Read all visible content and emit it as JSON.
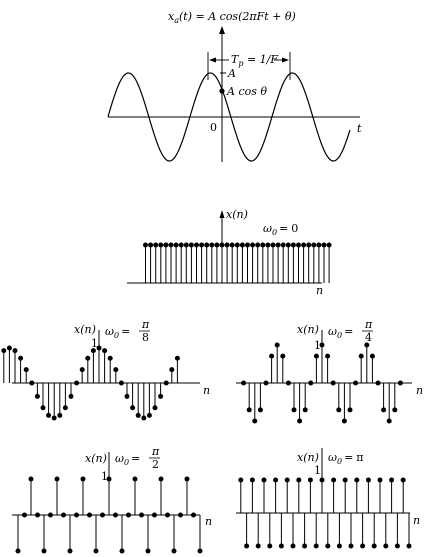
{
  "continuous": {
    "formula_lhs": "x",
    "formula_sub": "a",
    "formula_rest": "(t) = A cos(2πFt + θ)",
    "period_T": "T",
    "period_sub": "p",
    "period_rest": " = 1/F",
    "amp_label": "A",
    "acos_label": "A cos θ",
    "origin": "0",
    "t_axis": "t"
  },
  "panels": [
    {
      "id": "w0-0",
      "x_label": "x(n)",
      "omega": "ω",
      "omega_sub": "0",
      "eq": "=",
      "value": "0",
      "value_num": "",
      "value_den": "",
      "one": "",
      "n_axis": "n"
    },
    {
      "id": "w0-pi8",
      "x_label": "x(n)",
      "omega": "ω",
      "omega_sub": "0",
      "eq": "=",
      "value": "",
      "value_num": "π",
      "value_den": "8",
      "one": "1",
      "n_axis": "n"
    },
    {
      "id": "w0-pi4",
      "x_label": "x(n)",
      "omega": "ω",
      "omega_sub": "0",
      "eq": "=",
      "value": "",
      "value_num": "π",
      "value_den": "4",
      "one": "1",
      "n_axis": "n"
    },
    {
      "id": "w0-pi2",
      "x_label": "x(n)",
      "omega": "ω",
      "omega_sub": "0",
      "eq": "=",
      "value": "",
      "value_num": "π",
      "value_den": "2",
      "one": "1",
      "n_axis": "n"
    },
    {
      "id": "w0-pi",
      "x_label": "x(n)",
      "omega": "ω",
      "omega_sub": "0",
      "eq": "=",
      "value": "π",
      "value_num": "",
      "value_den": "",
      "one": "1",
      "n_axis": "n"
    }
  ],
  "signals": [
    {
      "name": "omega-zero",
      "omega_over_pi": 0,
      "n_start": -15,
      "n_end": 21
    },
    {
      "name": "omega-pi-over-8",
      "omega_over_pi": 0.125,
      "n_start": -17,
      "n_end": 14
    },
    {
      "name": "omega-pi-over-4",
      "omega_over_pi": 0.25,
      "n_start": -14,
      "n_end": 14
    },
    {
      "name": "omega-pi-over-2",
      "omega_over_pi": 0.5,
      "n_start": -14,
      "n_end": 14
    },
    {
      "name": "omega-pi",
      "omega_over_pi": 1,
      "n_start": -14,
      "n_end": 15
    }
  ]
}
